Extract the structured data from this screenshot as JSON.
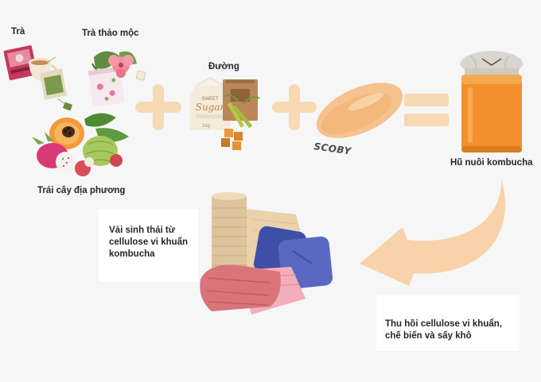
{
  "labels": {
    "tra": "Trà",
    "tra_thao_moc": "Trà thảo mộc",
    "duong": "Đường",
    "trai_cay": "Trái cây địa phương",
    "scoby": "SCOBY",
    "hu_nuoi": "Hũ nuôi kombucha",
    "vai_line1": "Vải sinh thái từ",
    "vai_line2": "cellulose vi khuẩn",
    "vai_line3": "kombucha",
    "thu_hoi_line1": "Thu hồi cellulose vi khuẩn,",
    "thu_hoi_line2": "chế biến và sấy khô"
  },
  "package": {
    "sugar_brand": "Sugar",
    "sugar_top": "SWEET",
    "sugar_weight": "1kg"
  },
  "colors": {
    "operator": "#f7d9b4",
    "scoby": "#f6c28e",
    "kombucha": "#f3902b",
    "arrow": "#f8d2a9"
  }
}
